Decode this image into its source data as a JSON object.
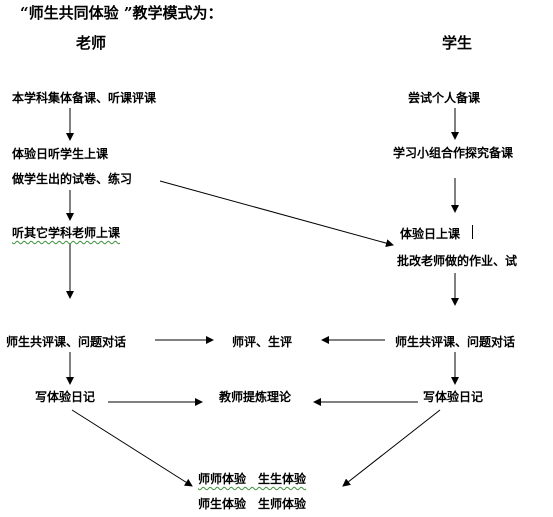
{
  "title": "“师生共同体验 ”教学模式为：",
  "teacher": {
    "header": "老师",
    "step1": "本学科集体备课、听课评课",
    "step2_line1": "体验日听学生上课",
    "step2_line2": "做学生出的试卷、练习",
    "step3": "听其它学科老师上课",
    "step4": "师生共评课、问题对话",
    "step5": "写体验日记"
  },
  "student": {
    "header": "学生",
    "step1": "尝试个人备课",
    "step2": "学习小组合作探究备课",
    "step3_line1": "体验日上课",
    "step3_line2": "批改老师做的作业、试",
    "step4": "师生共评课、问题对话",
    "step5": "写体验日记"
  },
  "center": {
    "evaluation": "师评、生评",
    "theory": "教师提炼理论",
    "result_line1": "师师体验　生生体验",
    "result_line2": "师生体验　生师体验"
  }
}
